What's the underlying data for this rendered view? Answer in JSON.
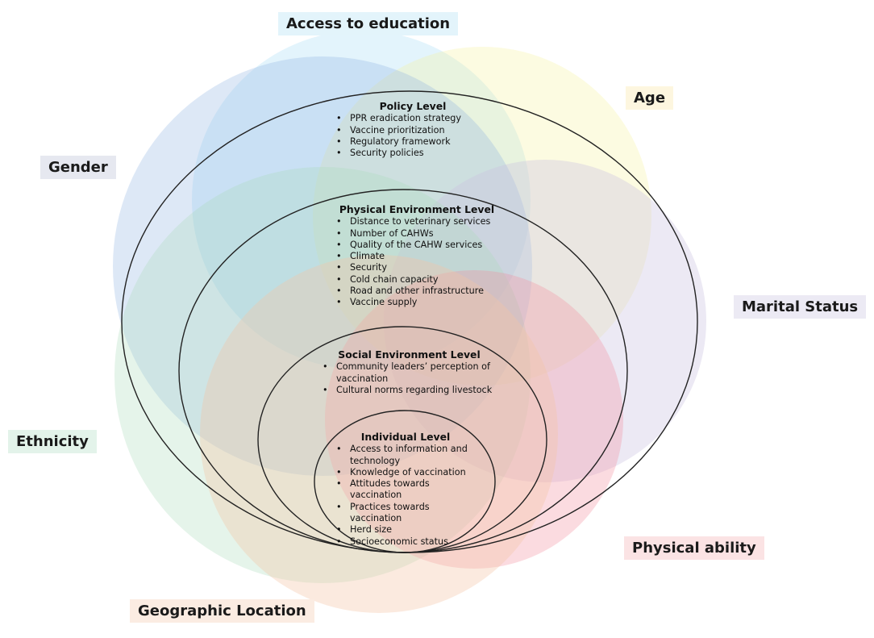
{
  "factors": {
    "access_to_education": {
      "label": "Access to education",
      "color": "#7fcdf0",
      "tag_color": "#e3f4fb"
    },
    "age": {
      "label": "Age",
      "color": "#f6f29a",
      "tag_color": "#fdf6df"
    },
    "gender": {
      "label": "Gender",
      "color": "#8fb4e0",
      "tag_color": "#e6e8f0"
    },
    "marital_status": {
      "label": "Marital Status",
      "color": "#c9c2e0",
      "tag_color": "#eceaf4"
    },
    "ethnicity": {
      "label": "Ethnicity",
      "color": "#a8dcb9",
      "tag_color": "#e3f3ea"
    },
    "physical_ability": {
      "label": "Physical ability",
      "color": "#f2909e",
      "tag_color": "#fbe3e4"
    },
    "geographic_location": {
      "label": "Geographic Location",
      "color": "#f5c6a6",
      "tag_color": "#fbece2"
    }
  },
  "levels": {
    "policy": {
      "title": "Policy Level",
      "items": [
        "PPR eradication strategy",
        "Vaccine prioritization",
        "Regulatory framework",
        "Security policies"
      ]
    },
    "physical_environment": {
      "title": "Physical Environment Level",
      "items": [
        "Distance to veterinary services",
        "Number of CAHWs",
        "Quality of the CAHW services",
        "Climate",
        "Security",
        "Cold chain capacity",
        "Road and other infrastructure",
        "Vaccine supply"
      ]
    },
    "social_environment": {
      "title": "Social Environment Level",
      "items": [
        "Community leaders’ perception of vaccination",
        "Cultural norms regarding livestock"
      ]
    },
    "individual": {
      "title": "Individual Level",
      "items": [
        "Access to information and technology",
        "Knowledge of vaccination",
        "Attitudes towards vaccination",
        "Practices towards vaccination",
        "Herd size",
        "Socioeconomic status"
      ]
    }
  }
}
